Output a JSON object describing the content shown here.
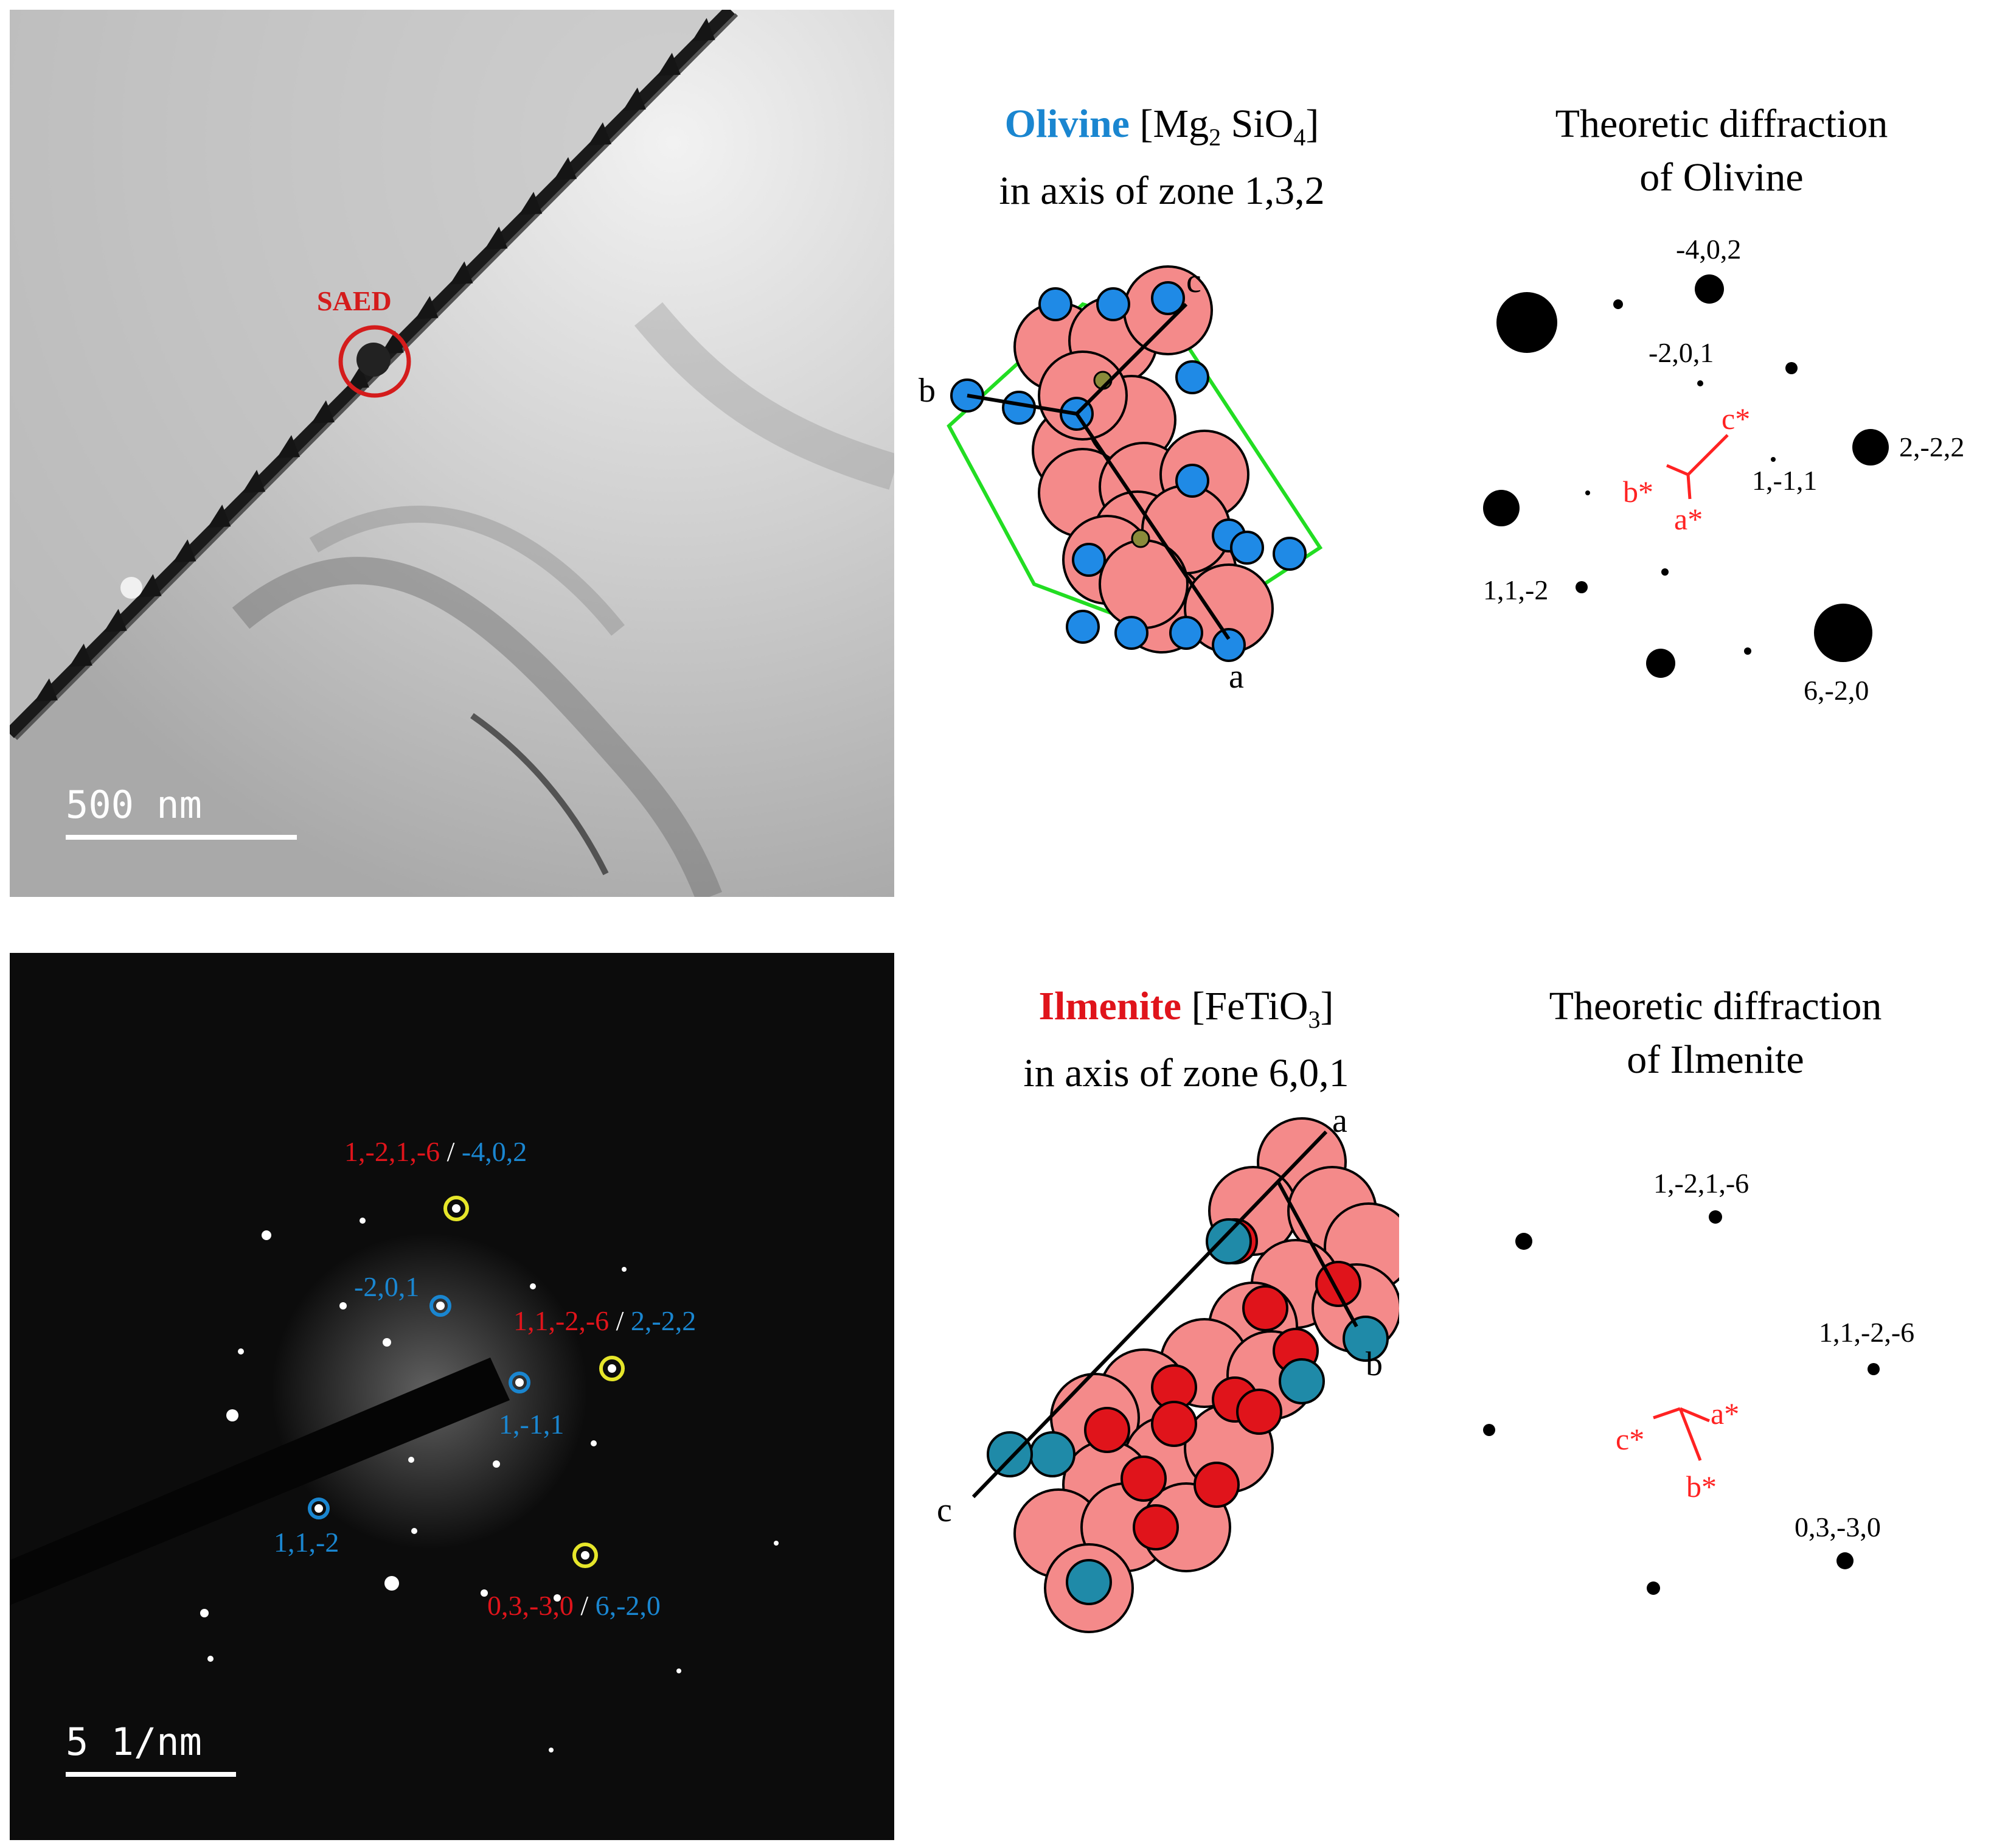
{
  "tem_image": {
    "saed_label": "SAED",
    "scale_bar": "500 nm"
  },
  "diffraction_image": {
    "scale_bar": "5 1/nm",
    "labels": [
      {
        "red": "1,-2,1,-6",
        "sep": " / ",
        "blue": "-4,0,2"
      },
      {
        "blue": "-2,0,1"
      },
      {
        "red": "1,1,-2,-6",
        "sep": " / ",
        "blue": "2,-2,2"
      },
      {
        "blue": "1,-1,1"
      },
      {
        "blue": "1,1,-2"
      },
      {
        "red": "0,3,-3,0",
        "sep": " / ",
        "blue": "6,-2,0"
      }
    ]
  },
  "olivine": {
    "name": "Olivine",
    "formula_pre": "[Mg",
    "formula_sub1": "2",
    "formula_mid": " SiO",
    "formula_sub2": "4",
    "formula_post": "]",
    "zone": "in axis of zone 1,3,2",
    "axes": {
      "a": "a",
      "b": "b",
      "c": "c"
    }
  },
  "olivine_diffraction": {
    "title_line1": "Theoretic diffraction",
    "title_line2": "of Olivine",
    "spot_labels": [
      "-4,0,2",
      "-2,0,1",
      "2,-2,2",
      "1,-1,1",
      "1,1,-2",
      "6,-2,0"
    ],
    "axis_labels": {
      "a": "a*",
      "b": "b*",
      "c": "c*"
    }
  },
  "ilmenite": {
    "name": "Ilmenite",
    "formula_pre": "[FeTiO",
    "formula_sub": "3",
    "formula_post": "]",
    "zone": "in axis of zone 6,0,1",
    "axes": {
      "a": "a",
      "b": "b",
      "c": "c"
    }
  },
  "ilmenite_diffraction": {
    "title_line1": "Theoretic diffraction",
    "title_line2": "of Ilmenite",
    "spot_labels": [
      "1,-2,1,-6",
      "1,1,-2,-6",
      "0,3,-3,0"
    ],
    "axis_labels": {
      "a": "a*",
      "b": "b*",
      "c": "c*"
    }
  },
  "colors": {
    "olivine_blue": "#1a86d0",
    "ilmenite_red": "#e0141b",
    "atom_pink": "#f48a8a",
    "atom_blue": "#1f8ae6",
    "atom_teal": "#1f8aa8",
    "cell_green": "#22dd22",
    "highlight_yellow": "#e6e62a"
  }
}
